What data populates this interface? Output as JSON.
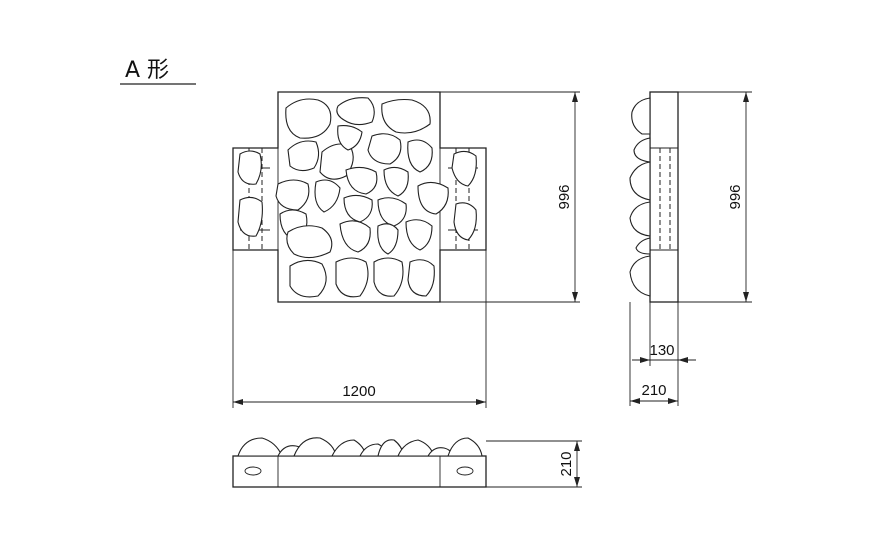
{
  "title": "A 形",
  "dimensions": {
    "plan_height": "996",
    "plan_width": "1200",
    "side_height": "996",
    "side_inner": "130",
    "side_depth": "210",
    "front_height": "210"
  }
}
